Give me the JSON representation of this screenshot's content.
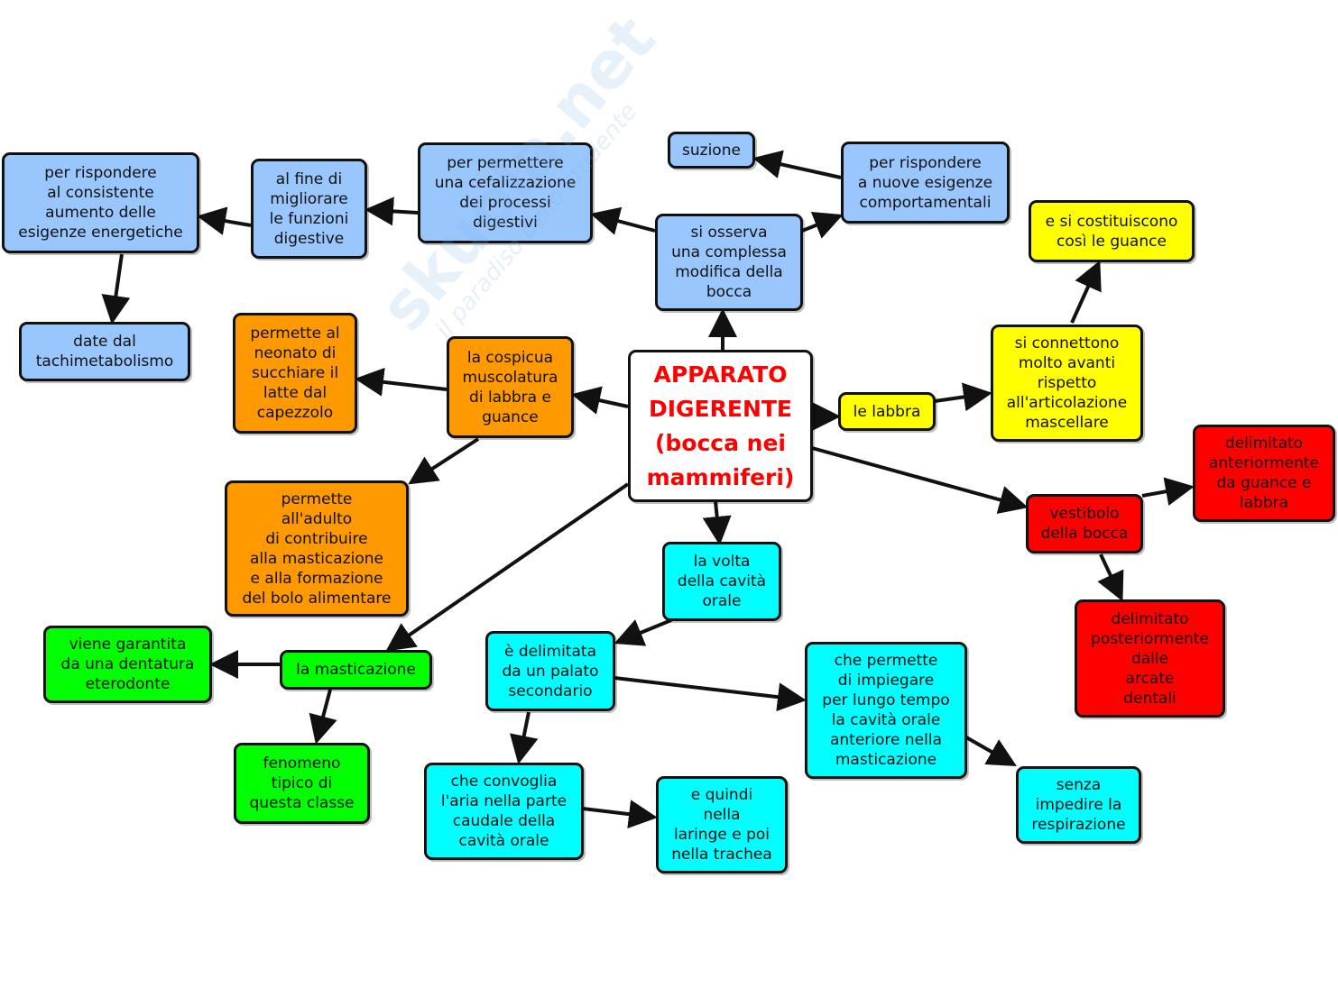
{
  "watermark": {
    "brand": "skuola.net",
    "tagline": "il paradiso dello studente"
  },
  "nodes": {
    "center": "APPARATO\nDIGERENTE\n(bocca nei\nmammiferi)",
    "esigenze_energetiche": "per rispondere\nal consistente\naumento delle\nesigenze energetiche",
    "funzioni_digestive": "al fine di\nmigliorare\nle funzioni\ndigestive",
    "cefalizzazione": "per permettere\nuna cefalizzazione\ndei processi\ndigestivi",
    "modifica_bocca": "si osserva\nuna complessa\nmodifica della\nbocca",
    "suzione": "suzione",
    "esigenze_comportamentali": "per rispondere\na nuove esigenze\ncomportamentali",
    "tachimetabolismo": "date dal\ntachimetabolismo",
    "muscolatura": "la cospicua\nmuscolatura\ndi labbra e\nguance",
    "neonato": "permette al\nneonato di\nsucchiare il\nlatte dal\ncapezzolo",
    "adulto": "permette\nall'adulto\ndi contribuire\nalla masticazione\ne alla formazione\ndel bolo alimentare",
    "labbra": "le labbra",
    "connettono": "si connettono\nmolto avanti\nrispetto\nall'articolazione\nmascellare",
    "guance": "e si costituiscono\ncosì le guance",
    "vestibolo": "vestibolo\ndella bocca",
    "anteriormente": "delimitato\nanteriormente\nda guance e\nlabbra",
    "posteriormente": "delimitato\nposteriormente\ndalle\narcate\ndentali",
    "volta": "la volta\ndella cavità\norale",
    "palato": "è delimitata\nda un palato\nsecondario",
    "impiegare": "che permette\ndi impiegare\nper lungo tempo\nla cavità orale\nanteriore nella\nmasticazione",
    "respirazione": "senza\nimpedire la\nrespirazione",
    "convoglia": "che convoglia\nl'aria nella parte\ncaudale della\ncavità orale",
    "laringe": "e quindi\nnella\nlaringe e poi\nnella trachea",
    "masticazione": "la masticazione",
    "eterodonte": "viene garantita\nda una dentatura\neterodonte",
    "fenomeno": "fenomeno\ntipico di\nquesta classe"
  },
  "colors": {
    "blue": "#99c7fd",
    "orange": "#ff9900",
    "yellow": "#ffff00",
    "red": "#ff0000",
    "cyan": "#00ffff",
    "green": "#00ff00",
    "title": "#ff0000"
  }
}
